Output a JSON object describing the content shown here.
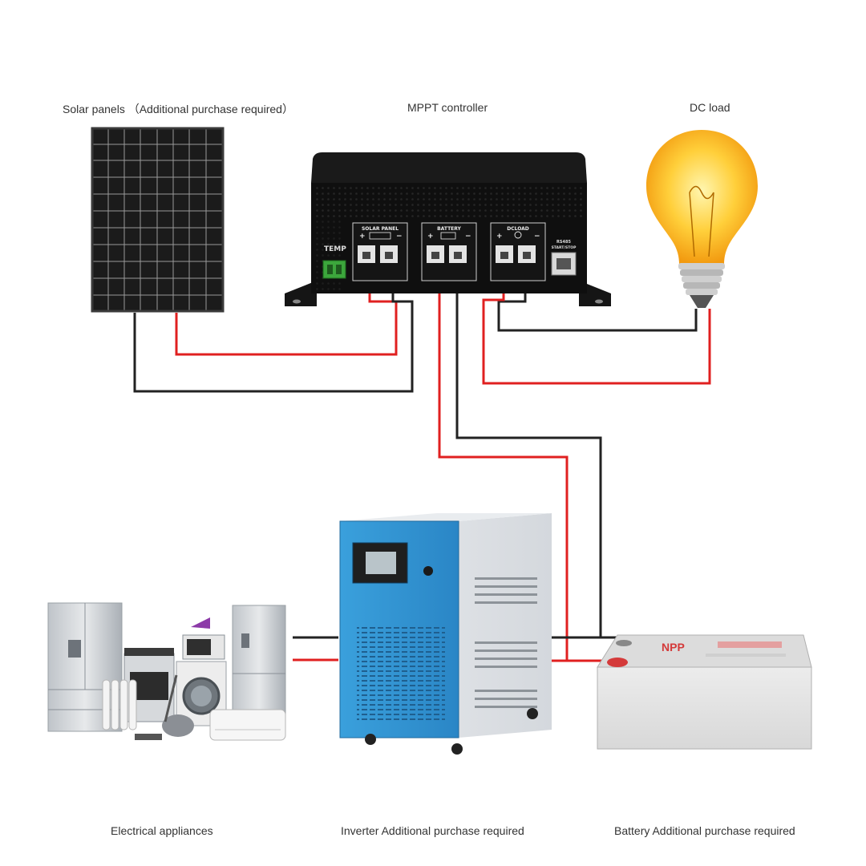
{
  "labels": {
    "solar": "Solar  panels （Additional purchase required）",
    "controller": "MPPT controller",
    "dc_load": "DC load",
    "appliances": "Electrical appliances",
    "inverter": "Inverter  Additional purchase required",
    "battery": "Battery   Additional purchase required"
  },
  "controller_panel": {
    "temp": "TEMP",
    "solar_panel": "SOLAR PANEL",
    "battery": "BATTERY",
    "dc_load": "DCLOAD",
    "plus": "+",
    "minus": "−",
    "rs485": "RS485",
    "start_stop": "START/STOP"
  },
  "battery_brand": {
    "logo": "NPP"
  },
  "colors": {
    "positive_wire": "#e02020",
    "negative_wire": "#222222",
    "inverter_blue": "#2f8fd0",
    "bulb_glow": "#f6b21c"
  }
}
